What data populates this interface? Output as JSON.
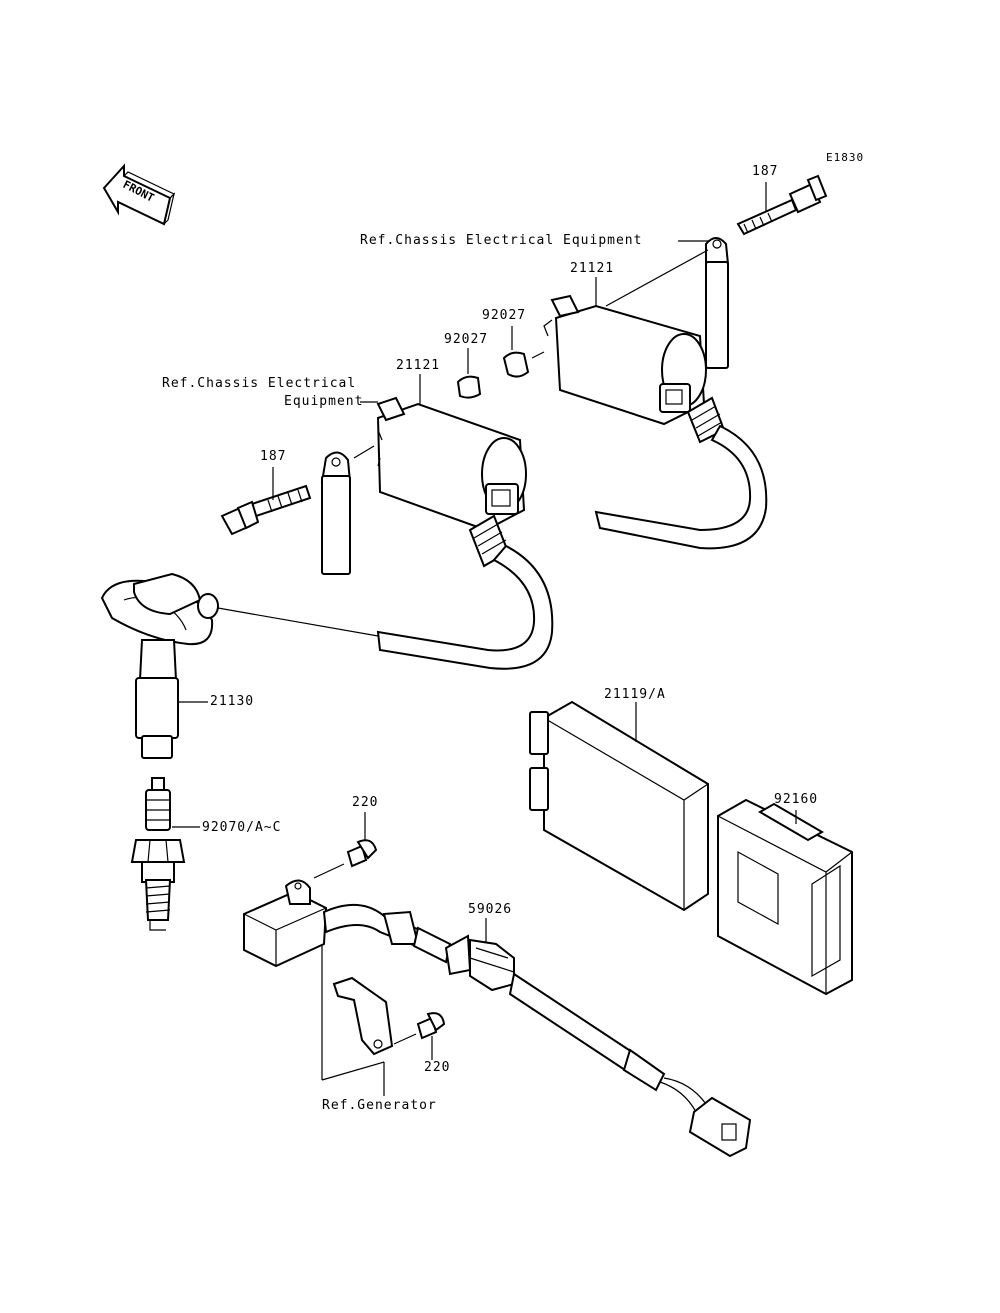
{
  "diagram_code": "E1830",
  "front_label": "FRONT",
  "labels": {
    "bolt_right": "187",
    "ref_chassis_right": "Ref.Chassis Electrical Equipment",
    "coil_right": "21121",
    "collar_right": "92027",
    "collar_left": "92027",
    "ref_chassis_left_1": "Ref.Chassis Electrical",
    "ref_chassis_left_2": "Equipment",
    "coil_left": "21121",
    "bolt_left": "187",
    "plug_cap": "21130",
    "spark_plug": "92070/A~C",
    "igniter": "21119/A",
    "igniter_cover": "92160",
    "screw_top": "220",
    "harness": "59026",
    "screw_bottom": "220",
    "ref_generator": "Ref.Generator"
  }
}
